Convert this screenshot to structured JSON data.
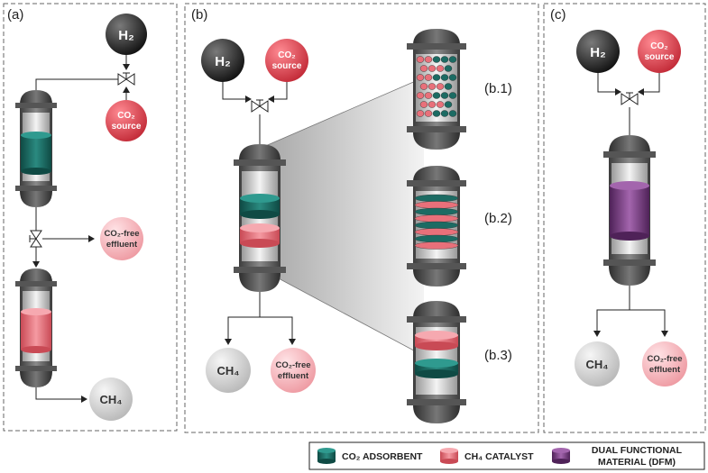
{
  "panels": {
    "a": "(a)",
    "b": "(b)",
    "c": "(c)",
    "b1": "(b.1)",
    "b2": "(b.2)",
    "b3": "(b.3)"
  },
  "nodes": {
    "h2": "H₂",
    "co2_source_line1": "CO₂",
    "co2_source_line2": "source",
    "co2_free_line1": "CO₂-free",
    "co2_free_line2": "effluent",
    "ch4": "CH₄"
  },
  "legend": {
    "adsorbent": "CO₂ ADSORBENT",
    "catalyst": "CH₄ CATALYST",
    "dfm_line1": "DUAL FUNCTIONAL",
    "dfm_line2": "MATERIAL (DFM)"
  },
  "colors": {
    "adsorbent": "#1c6b63",
    "catalyst": "#e8707a",
    "dfm": "#7a3f86",
    "h2_ball": "#222222",
    "co2_ball": "#d43a47",
    "effluent_ball": "#f1a7ae",
    "ch4_ball": "#cfcfcf"
  }
}
